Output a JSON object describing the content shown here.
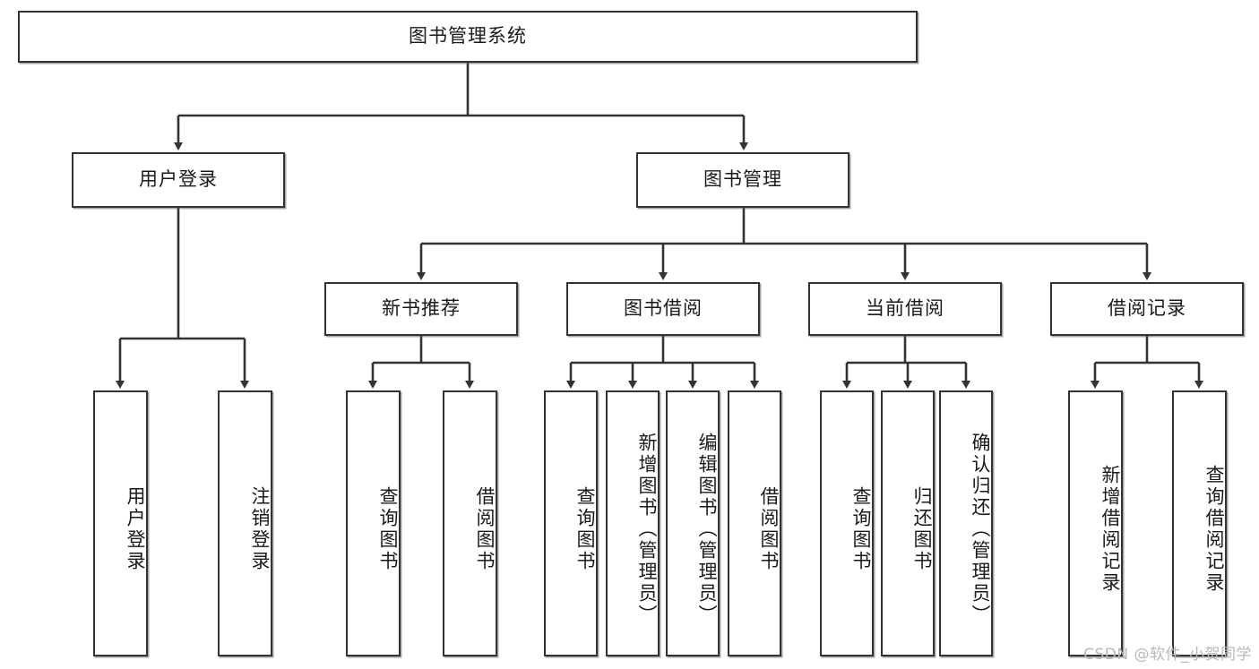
{
  "diagram": {
    "type": "tree",
    "title": "图书管理系统",
    "watermark": "CSDN @软件_小贺同学",
    "colors": {
      "box_border": "#333333",
      "box_fill": "#ffffff",
      "edge": "#333333",
      "text": "#1a1a1a",
      "watermark": "#b9b9b9"
    },
    "levels": {
      "root": {
        "label": "图书管理系统"
      },
      "level2": [
        {
          "label": "用户登录"
        },
        {
          "label": "图书管理"
        }
      ],
      "level3": [
        {
          "label": "新书推荐"
        },
        {
          "label": "图书借阅"
        },
        {
          "label": "当前借阅"
        },
        {
          "label": "借阅记录"
        }
      ],
      "leaves": {
        "user_login": [
          {
            "label": "用户登录"
          },
          {
            "label": "注销登录"
          }
        ],
        "new_book_recommend": [
          {
            "label": "查询图书"
          },
          {
            "label": "借阅图书"
          }
        ],
        "book_borrow": [
          {
            "label": "查询图书"
          },
          {
            "label": "新增图书（管理员）"
          },
          {
            "label": "编辑图书（管理员）"
          },
          {
            "label": "借阅图书"
          }
        ],
        "current_borrow": [
          {
            "label": "查询图书"
          },
          {
            "label": "归还图书"
          },
          {
            "label": "确认归还（管理员）"
          }
        ],
        "borrow_record": [
          {
            "label": "新增借阅记录"
          },
          {
            "label": "查询借阅记录"
          }
        ]
      }
    }
  }
}
